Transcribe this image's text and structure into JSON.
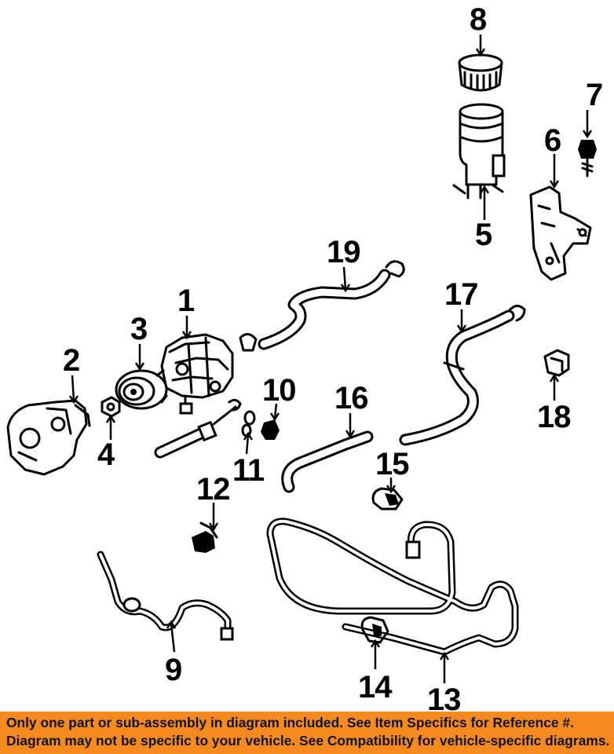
{
  "diagram": {
    "callouts": [
      {
        "id": "1",
        "label": "1"
      },
      {
        "id": "2",
        "label": "2"
      },
      {
        "id": "3",
        "label": "3"
      },
      {
        "id": "4",
        "label": "4"
      },
      {
        "id": "5",
        "label": "5"
      },
      {
        "id": "6",
        "label": "6"
      },
      {
        "id": "7",
        "label": "7"
      },
      {
        "id": "8",
        "label": "8"
      },
      {
        "id": "9",
        "label": "9"
      },
      {
        "id": "10",
        "label": "10"
      },
      {
        "id": "11",
        "label": "11"
      },
      {
        "id": "12",
        "label": "12"
      },
      {
        "id": "13",
        "label": "13"
      },
      {
        "id": "14",
        "label": "14"
      },
      {
        "id": "15",
        "label": "15"
      },
      {
        "id": "16",
        "label": "16"
      },
      {
        "id": "17",
        "label": "17"
      },
      {
        "id": "18",
        "label": "18"
      },
      {
        "id": "19",
        "label": "19"
      }
    ]
  },
  "disclaimer": {
    "line1": "Only one part or sub-assembly in diagram included. See Item Specifics for Reference #.",
    "line2": "Diagram may not be specific to your vehicle. See Compatibility for vehicle-specific diagrams."
  },
  "colors": {
    "banner": "#f58a1f",
    "ink": "#000000"
  }
}
